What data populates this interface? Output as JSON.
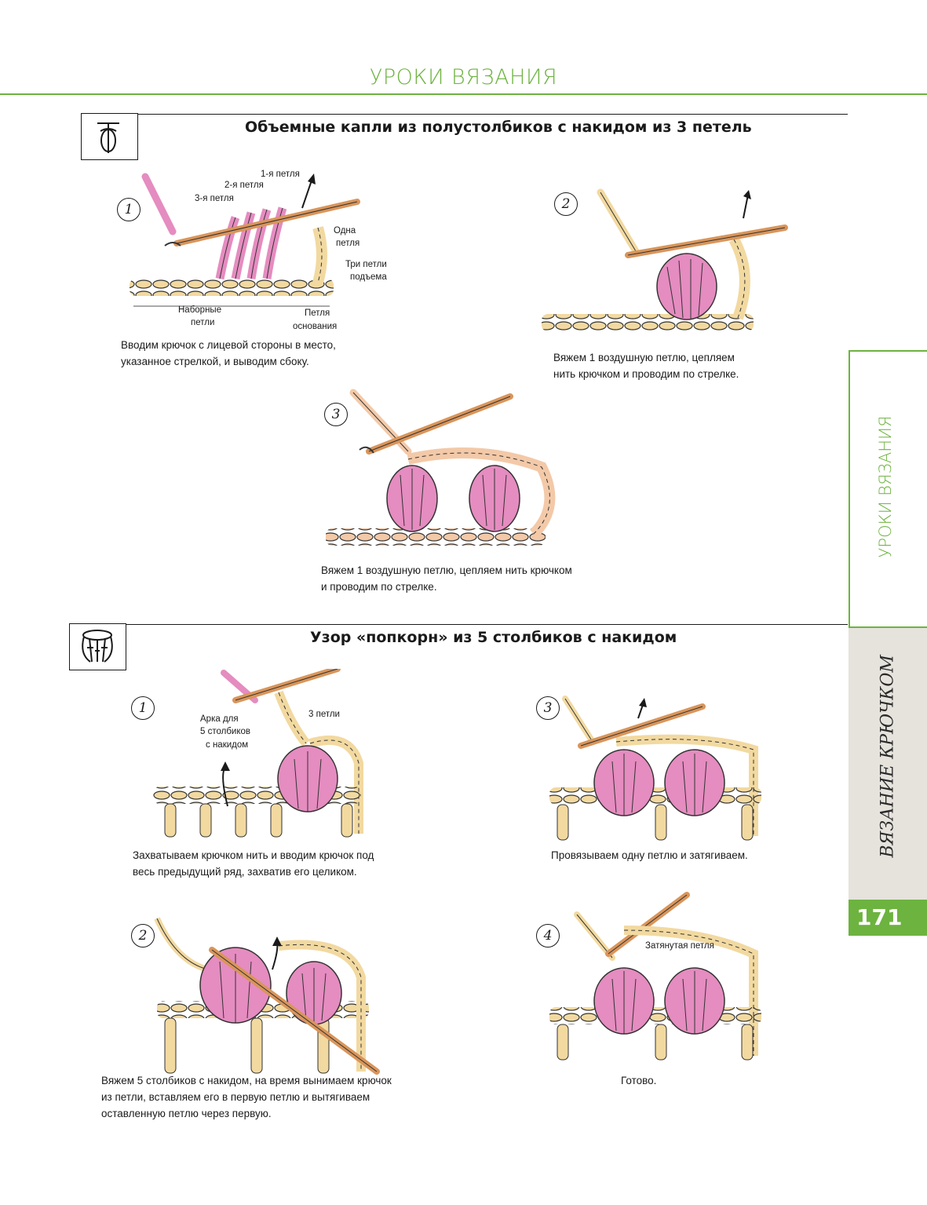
{
  "header": {
    "title": "УРОКИ ВЯЗАНИЯ"
  },
  "side_tabs": {
    "section": "УРОКИ ВЯЗАНИЯ",
    "chapter": "ВЯЗАНИЕ КРЮЧКОМ",
    "page_number": "171"
  },
  "section1": {
    "title": "Объемные капли из полустолбиков с накидом из 3 петель",
    "steps": [
      {
        "number": "1",
        "labels": [
          "1-я петля",
          "2-я петля",
          "3-я петля",
          "Одна",
          "петля",
          "Три петли",
          "подъема",
          "Наборные",
          "петли",
          "Петля",
          "основания"
        ],
        "caption_lines": [
          "Вводим крючок с лицевой стороны в место,",
          "указанное стрелкой, и выводим сбоку."
        ]
      },
      {
        "number": "2",
        "caption_lines": [
          "Вяжем 1 воздушную петлю, цепляем",
          "нить крючком и проводим по стрелке."
        ]
      },
      {
        "number": "3",
        "caption_lines": [
          "Вяжем 1 воздушную петлю, цепляем нить крючком",
          "и проводим по стрелке."
        ]
      }
    ]
  },
  "section2": {
    "title": "Узор «попкорн» из 5 столбиков с накидом",
    "steps": [
      {
        "number": "1",
        "labels": [
          "Арка для",
          "5 столбиков",
          "с накидом",
          "3 петли"
        ],
        "caption_lines": [
          "Захватываем крючком нить и вводим крючок под",
          "весь предыдущий ряд, захватив его целиком."
        ]
      },
      {
        "number": "2",
        "caption_lines": [
          "Вяжем 5 столбиков с накидом, на время вынимаем крючок",
          "из петли, вставляем его в первую петлю и вытягиваем",
          "оставленную петлю через первую."
        ]
      },
      {
        "number": "3",
        "caption_lines": [
          "Провязываем одну петлю и затягиваем."
        ]
      },
      {
        "number": "4",
        "labels": [
          "Затянутая петля"
        ],
        "caption_lines": [
          "Готово."
        ]
      }
    ]
  },
  "colors": {
    "accent_green": "#6db33f",
    "yarn_pink": "#e58cc0",
    "yarn_peach": "#f3c9a8",
    "yarn_cream": "#f2d9a0",
    "hook": "#d9955a"
  }
}
